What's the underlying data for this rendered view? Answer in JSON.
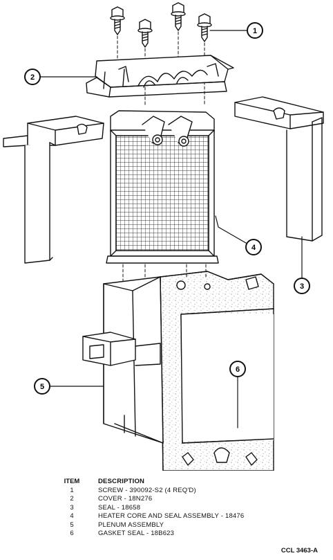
{
  "callouts": [
    "1",
    "2",
    "3",
    "4",
    "5",
    "6"
  ],
  "legend": {
    "header_item": "ITEM",
    "header_description": "DESCRIPTION",
    "rows": [
      {
        "item": "1",
        "description": "SCREW - 390092-S2 (4 REQ'D)"
      },
      {
        "item": "2",
        "description": "COVER - 18N276"
      },
      {
        "item": "3",
        "description": "SEAL - 18658"
      },
      {
        "item": "4",
        "description": "HEATER CORE AND SEAL ASSEMBLY - 18476"
      },
      {
        "item": "5",
        "description": "PLENUM ASSEMBLY"
      },
      {
        "item": "6",
        "description": "GASKET SEAL - 18B623"
      }
    ]
  },
  "figure_id": "CCL 3463-A",
  "colors": {
    "line": "#111111",
    "fill": "#ffffff",
    "grid": "#333333",
    "gasket_speckle": "#777777"
  }
}
